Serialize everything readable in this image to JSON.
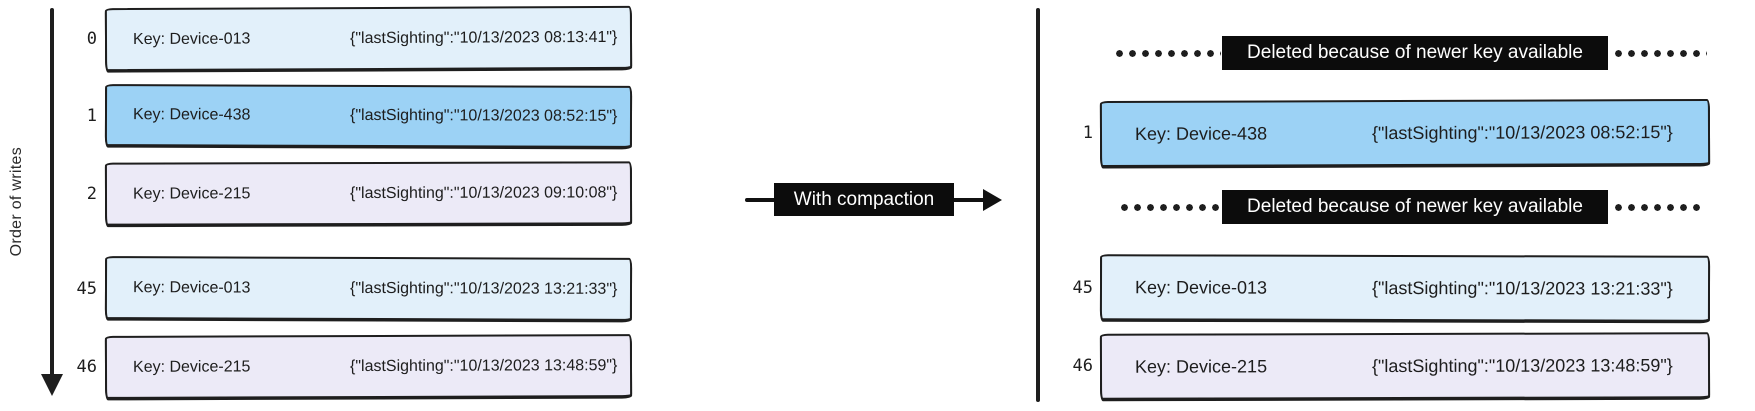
{
  "left_log": {
    "axis_label": "Order of writes",
    "rows": [
      {
        "index": "0",
        "key": "Key: Device-013",
        "value": "{\"lastSighting\":\"10/13/2023 08:13:41\"}",
        "color": "lightblue"
      },
      {
        "index": "1",
        "key": "Key: Device-438",
        "value": "{\"lastSighting\":\"10/13/2023 08:52:15\"}",
        "color": "blue"
      },
      {
        "index": "2",
        "key": "Key: Device-215",
        "value": "{\"lastSighting\":\"10/13/2023 09:10:08\"}",
        "color": "lavender"
      },
      {
        "index": "45",
        "key": "Key: Device-013",
        "value": "{\"lastSighting\":\"10/13/2023 13:21:33\"}",
        "color": "lightblue"
      },
      {
        "index": "46",
        "key": "Key: Device-215",
        "value": "{\"lastSighting\":\"10/13/2023 13:48:59\"}",
        "color": "lavender"
      }
    ]
  },
  "transform_label": "With compaction",
  "right_log": {
    "deleted_label": "Deleted because of newer key available",
    "rows": [
      {
        "index": "1",
        "key": "Key: Device-438",
        "value": "{\"lastSighting\":\"10/13/2023 08:52:15\"}",
        "color": "blue"
      },
      {
        "index": "45",
        "key": "Key: Device-013",
        "value": "{\"lastSighting\":\"10/13/2023 13:21:33\"}",
        "color": "lightblue"
      },
      {
        "index": "46",
        "key": "Key: Device-215",
        "value": "{\"lastSighting\":\"10/13/2023 13:48:59\"}",
        "color": "lavender"
      }
    ]
  },
  "colors": {
    "record_light_blue": "#e2f0fa",
    "record_blue": "#9cd2f5",
    "record_lavender": "#eceaf7",
    "ink": "#1e1e1e",
    "tombstone_bg": "#0c0c0c",
    "tombstone_text": "#ffffff"
  }
}
